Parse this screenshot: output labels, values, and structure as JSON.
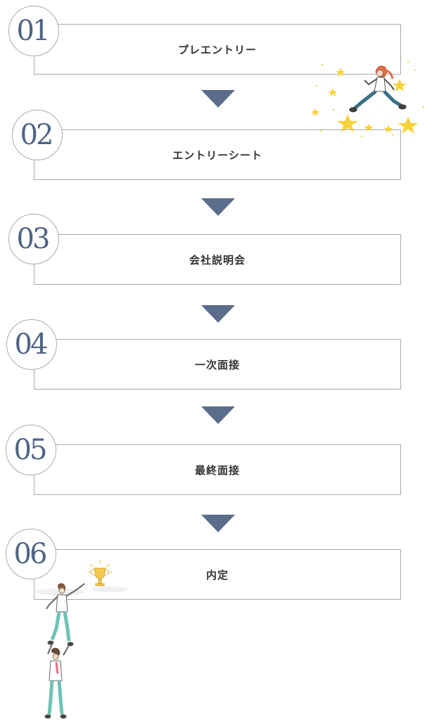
{
  "steps": [
    {
      "number": "01",
      "label": "プレエントリー"
    },
    {
      "number": "02",
      "label": "エントリーシート"
    },
    {
      "number": "03",
      "label": "会社説明会"
    },
    {
      "number": "04",
      "label": "一次面接"
    },
    {
      "number": "05",
      "label": "最終面接"
    },
    {
      "number": "06",
      "label": "内定"
    }
  ],
  "colors": {
    "number_text": "#4f6383",
    "arrow": "#5a6d8a",
    "border": "#a9a9a9",
    "label_text": "#333333",
    "star": "#f7d23a"
  },
  "icons": {
    "arrow": "triangle-down-icon",
    "jumping_woman": "jumping-woman-illustration",
    "trophy": "trophy-icon",
    "climbing_people": "climbing-people-illustration"
  }
}
